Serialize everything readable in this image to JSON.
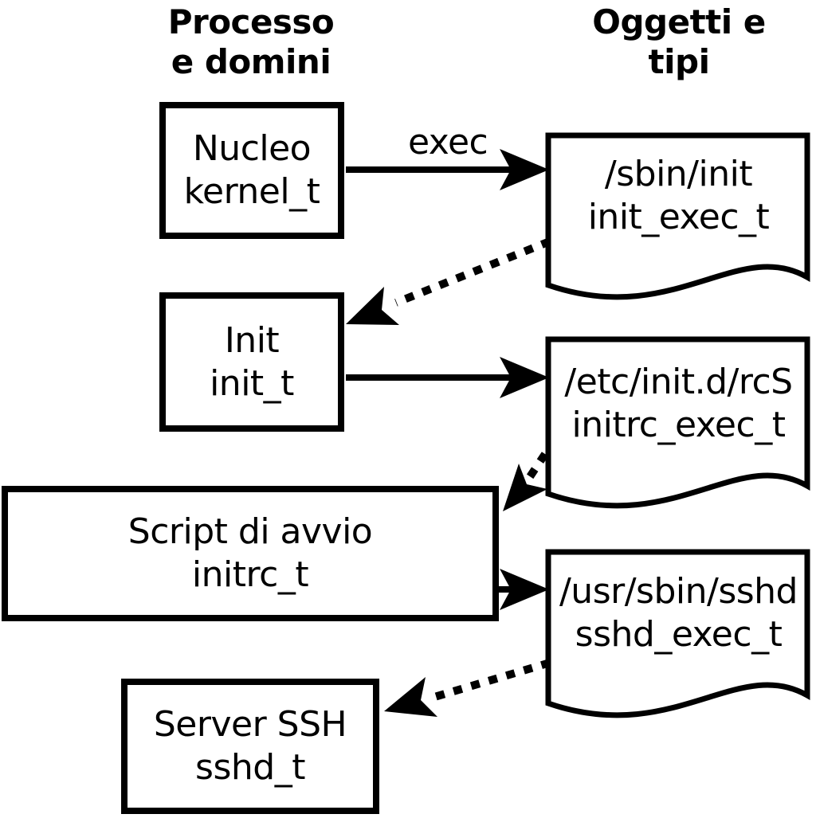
{
  "headers": {
    "left": {
      "line1": "Processo",
      "line2": "e domini"
    },
    "right": {
      "line1": "Oggetti e",
      "line2": "tipi"
    }
  },
  "processes": [
    {
      "name": "Nucleo",
      "type": "kernel_t"
    },
    {
      "name": "Init",
      "type": "init_t"
    },
    {
      "name": "Script di avvio",
      "type": "initrc_t"
    },
    {
      "name": "Server SSH",
      "type": "sshd_t"
    }
  ],
  "objects": [
    {
      "path": "/sbin/init",
      "type": "init_exec_t"
    },
    {
      "path": "/etc/init.d/rcS",
      "type": "initrc_exec_t"
    },
    {
      "path": "/usr/sbin/sshd",
      "type": "sshd_exec_t"
    }
  ],
  "labels": {
    "exec_arrow": "exec"
  },
  "colors": {
    "foreground": "#000000",
    "background": "#ffffff"
  }
}
